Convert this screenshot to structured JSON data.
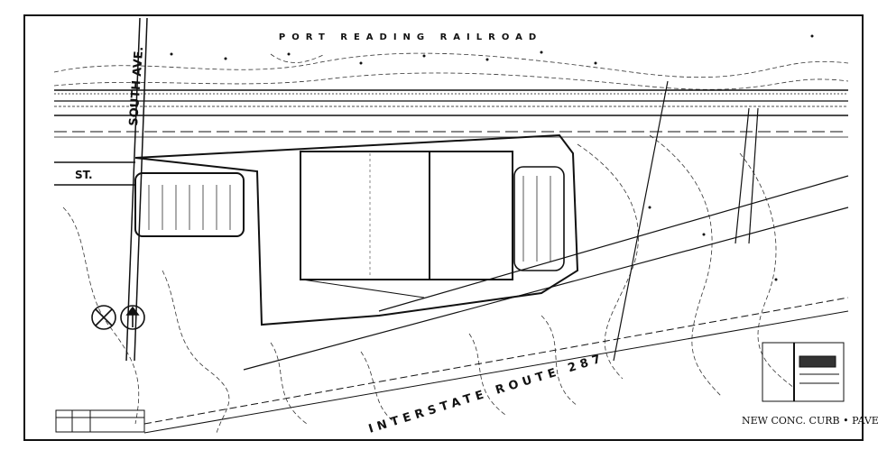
{
  "labels": {
    "railroad": "PORT READING RAILROAD",
    "avenue": "SOUTH AVE.",
    "street": "ST.",
    "interstate": "INTERSTATE ROUTE 287",
    "detail_note": "NEW CONC. CURB • PAVE"
  },
  "compass_icons": [
    "north-arrow-icon",
    "north-arrow-icon"
  ],
  "colors": {
    "ink": "#111111",
    "paper": "#ffffff"
  }
}
